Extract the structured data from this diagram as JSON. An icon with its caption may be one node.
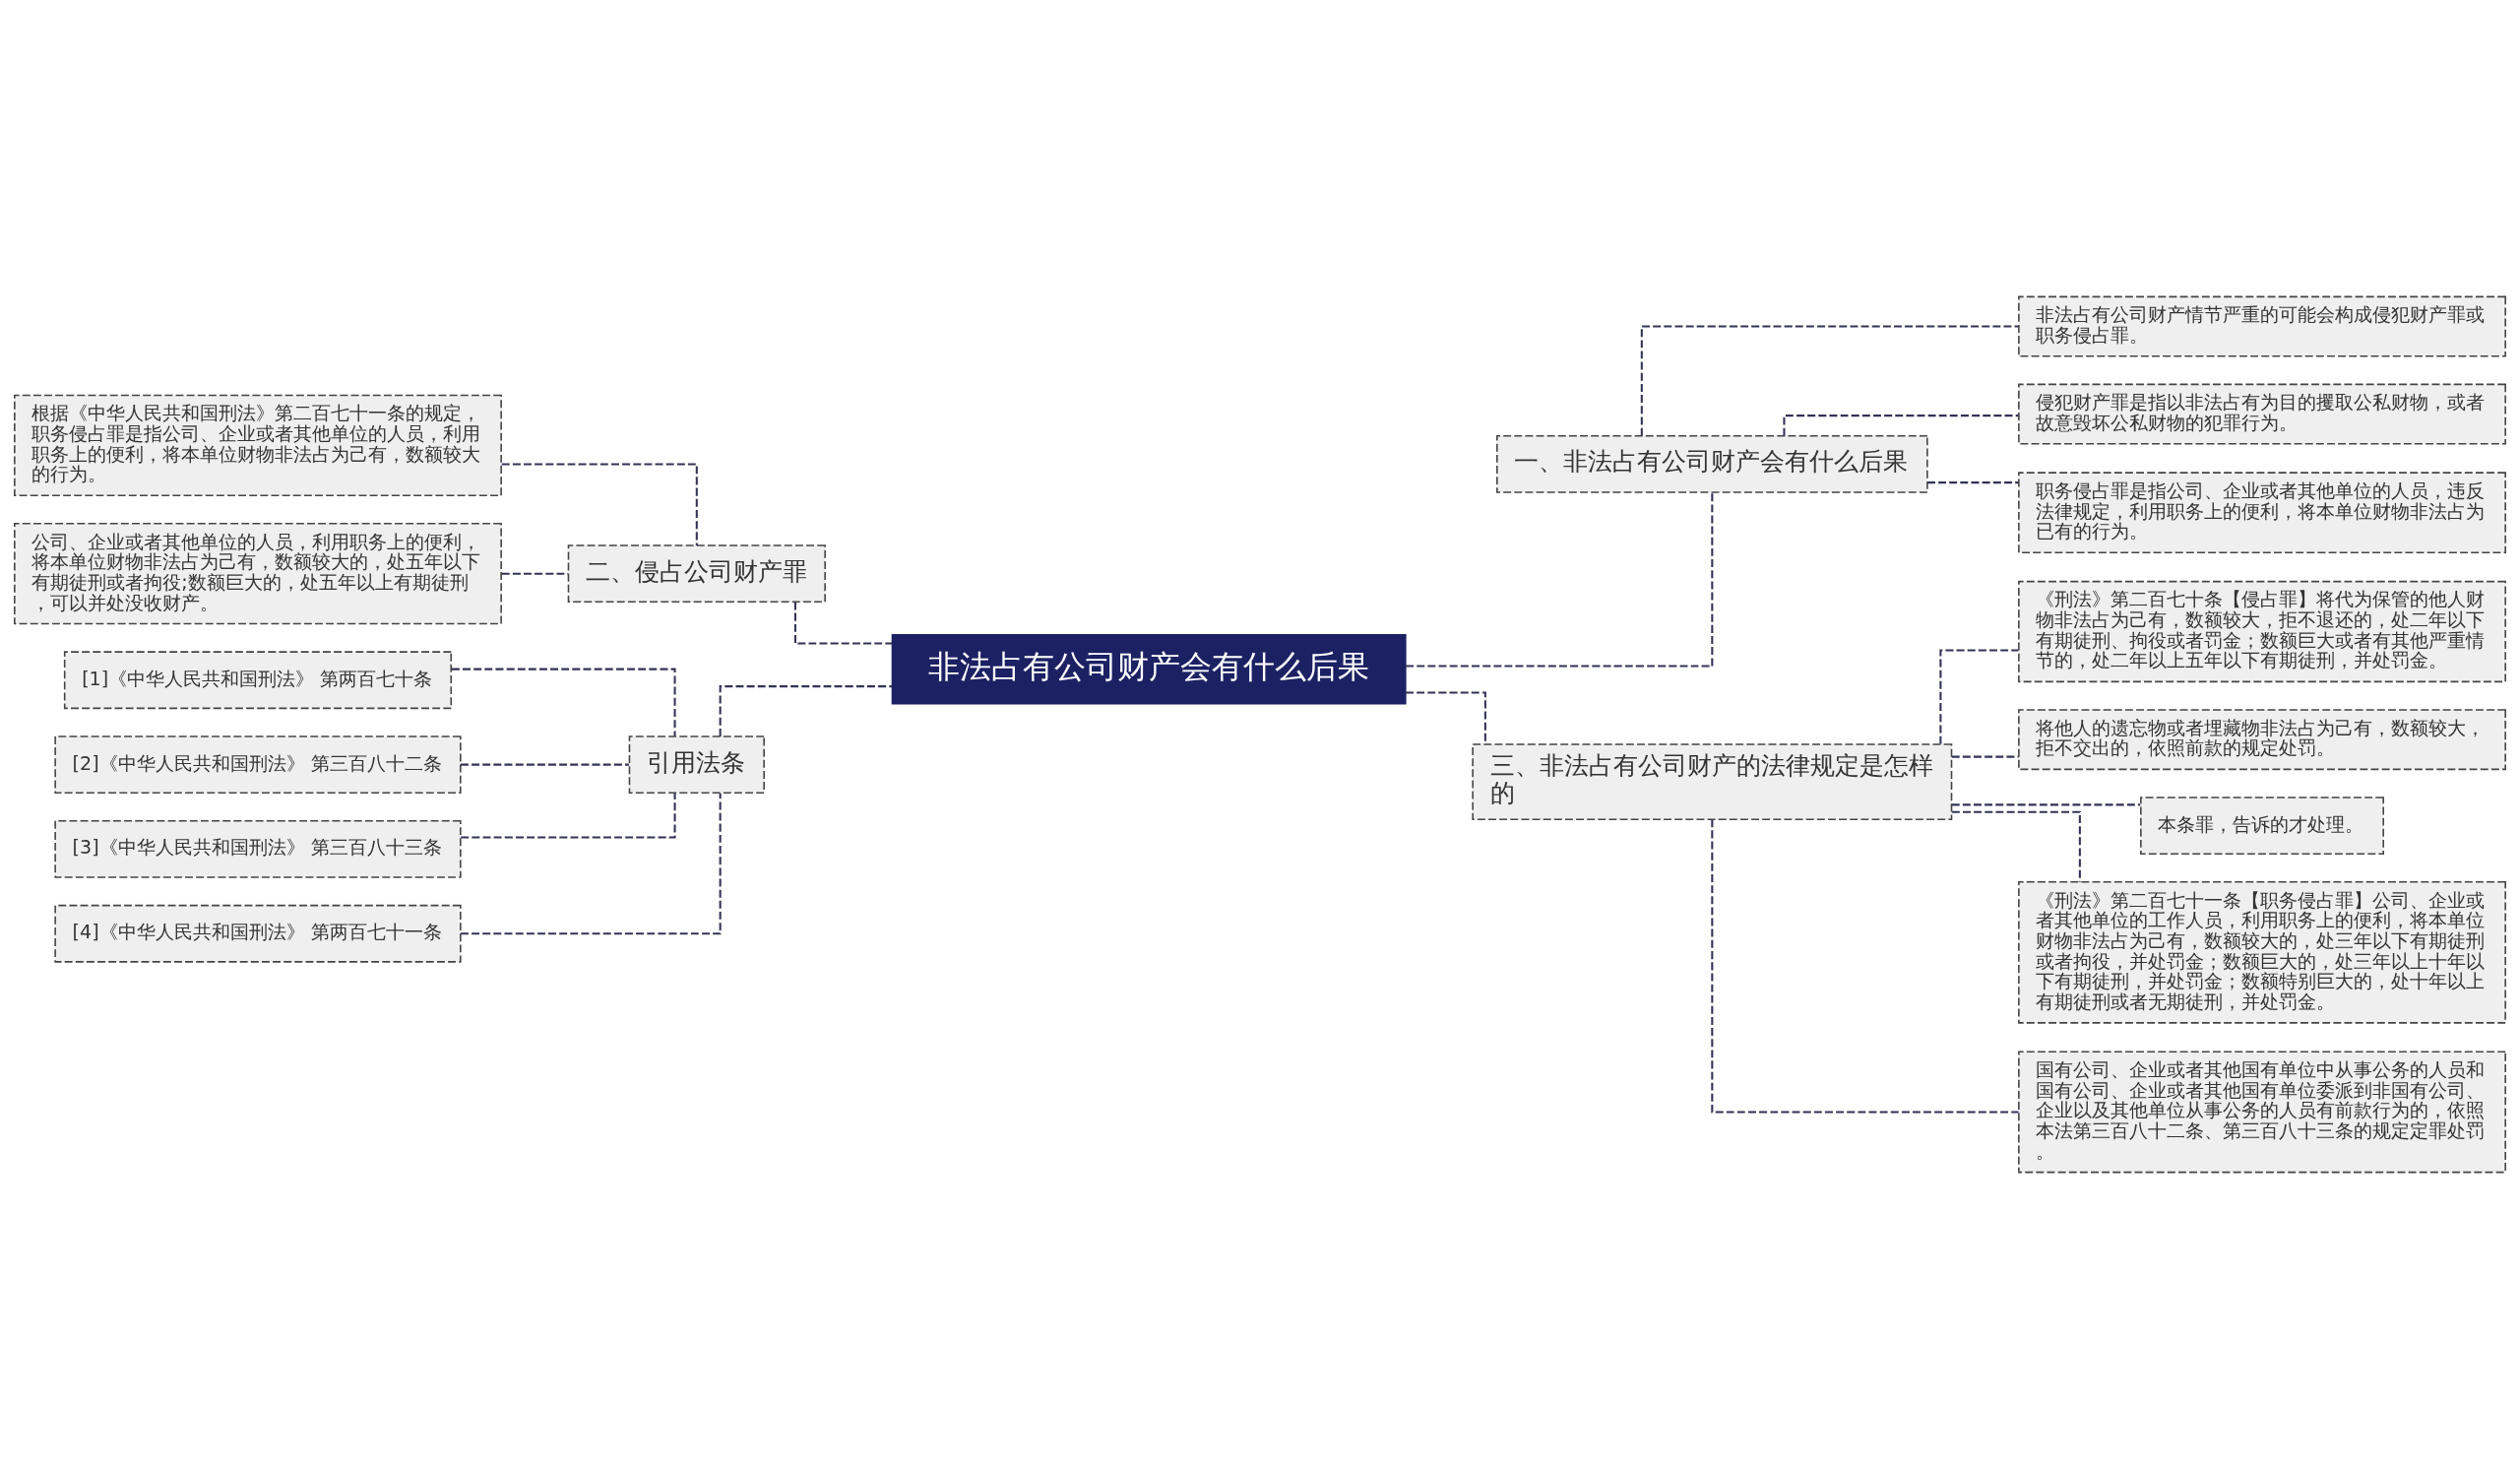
{
  "diagram": {
    "nodes": [
      {
        "text": [
          "非法占有公司财产会有什么后果"
        ]
      },
      {
        "text": [
          "一、非法占有公司财产会有什么后果"
        ]
      },
      {
        "text": [
          "非法占有公司财产情节严重的可能会构成侵犯财产罪或职务侵占罪。"
        ]
      },
      {
        "text": [
          "侵犯财产罪是指以非法占有为目的攫取公私财物，或者故意毁坏公私财物的犯罪行为。"
        ]
      },
      {
        "text": [
          "职务侵占罪是指公司、企业或者其他单位的人员，违反法律规定，利用职务上的便利，将本单位财物非法占为已有的行为。"
        ]
      },
      {
        "text": [
          "三、非法占有公司财产的法律规定是怎样的"
        ]
      },
      {
        "text": [
          "《刑法》第二百七十条【侵占罪】将代为保管的他人财物非法占为己有，数额较大，拒不退还的，处二年以下有期徒刑、拘役或者罚金；数额巨大或者有其他严重情节的，处二年以上五年以下有期徒刑，并处罚金。"
        ]
      },
      {
        "text": [
          "将他人的遗忘物或者埋藏物非法占为己有，数额较大，拒不交出的，依照前款的规定处罚。"
        ]
      },
      {
        "text": [
          "本条罪，告诉的才处理。"
        ]
      },
      {
        "text": [
          "《刑法》第二百七十一条【职务侵占罪】公司、企业或者其他单位的工作人员，利用职务上的便利，将本单位财物非法占为己有，数额较大的，处三年以下有期徒刑或者拘役，并处罚金；数额巨大的，处三年以上十年以下有期徒刑，并处罚金；数额特别巨大的，处十年以上有期徒刑或者无期徒刑，并处罚金。"
        ]
      },
      {
        "text": [
          "国有公司、企业或者其他国有单位中从事公务的人员和国有公司、企业或者其他国有单位委派到非国有公司、企业以及其他单位从事公务的人员有前款行为的，依照本法第三百八十二条、第三百八十三条的规定定罪处罚。"
        ]
      },
      {
        "text": [
          "二、侵占公司财产罪"
        ]
      },
      {
        "text": [
          "根据《中华人民共和国刑法》第二百七十一条的规定，职务侵占罪是指公司、企业或者其他单位的人员，利用职务上的便利，将本单位财物非法占为己有，数额较大的行为。"
        ]
      },
      {
        "text": [
          "公司、企业或者其他单位的人员，利用职务上的便利，将本单位财物非法占为己有，数额较大的，处五年以下有期徒刑或者拘役;数额巨大的，处五年以上有期徒刑，可以并处没收财产。"
        ]
      },
      {
        "text": [
          "引用法条"
        ]
      },
      {
        "text": [
          "[1]《中华人民共和国刑法》 第两百七十条"
        ]
      },
      {
        "text": [
          "[2]《中华人民共和国刑法》 第三百八十二条"
        ]
      },
      {
        "text": [
          "[3]《中华人民共和国刑法》 第三百八十三条"
        ]
      },
      {
        "text": [
          "[4]《中华人民共和国刑法》 第两百七十一条"
        ]
      }
    ],
    "edges": [
      {
        "from": 0,
        "to": 1,
        "arrow": "none",
        "style": "dashed"
      },
      {
        "from": 1,
        "to": 2,
        "arrow": "none",
        "style": "dashed"
      },
      {
        "from": 1,
        "to": 3,
        "arrow": "none",
        "style": "dashed"
      },
      {
        "from": 1,
        "to": 4,
        "arrow": "none",
        "style": "dashed"
      },
      {
        "from": 0,
        "to": 5,
        "arrow": "none",
        "style": "dashed"
      },
      {
        "from": 5,
        "to": 6,
        "arrow": "none",
        "style": "dashed"
      },
      {
        "from": 5,
        "to": 7,
        "arrow": "none",
        "style": "dashed"
      },
      {
        "from": 5,
        "to": 8,
        "arrow": "none",
        "style": "dashed"
      },
      {
        "from": 5,
        "to": 9,
        "arrow": "none",
        "style": "dashed"
      },
      {
        "from": 5,
        "to": 10,
        "arrow": "none",
        "style": "dashed"
      },
      {
        "from": 0,
        "to": 11,
        "arrow": "none",
        "style": "dashed"
      },
      {
        "from": 11,
        "to": 12,
        "arrow": "none",
        "style": "dashed"
      },
      {
        "from": 11,
        "to": 13,
        "arrow": "none",
        "style": "dashed"
      },
      {
        "from": 0,
        "to": 14,
        "arrow": "none",
        "style": "dashed"
      },
      {
        "from": 14,
        "to": 15,
        "arrow": "none",
        "style": "dashed"
      },
      {
        "from": 14,
        "to": 16,
        "arrow": "none",
        "style": "dashed"
      },
      {
        "from": 14,
        "to": 17,
        "arrow": "none",
        "style": "dashed"
      },
      {
        "from": 14,
        "to": 18,
        "arrow": "none",
        "style": "dashed"
      }
    ]
  }
}
